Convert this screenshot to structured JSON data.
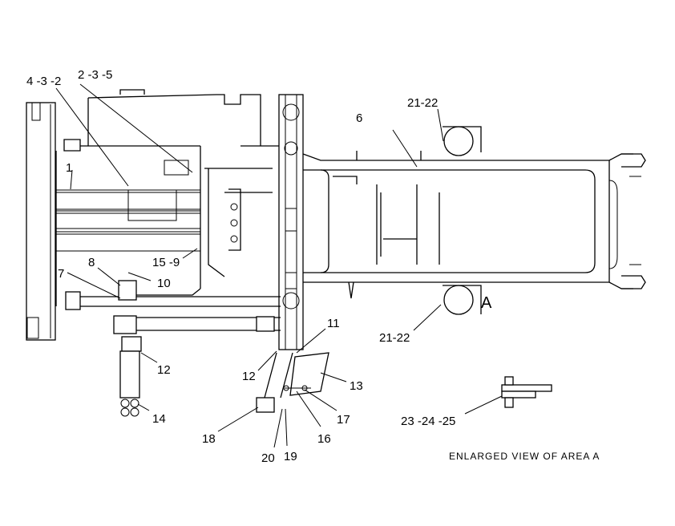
{
  "callouts": {
    "c_4_3_2": "4 -3 -2",
    "c_2_3_5": "2 -3 -5",
    "c_1": "1",
    "c_6": "6",
    "c_21_22_top": "21-22",
    "c_21_22_bottom": "21-22",
    "c_a": "A",
    "c_8": "8",
    "c_15_9": "15 -9",
    "c_7": "7",
    "c_10": "10",
    "c_11": "11",
    "c_12_left": "12",
    "c_12_mid": "12",
    "c_13": "13",
    "c_14": "14",
    "c_17": "17",
    "c_16": "16",
    "c_18": "18",
    "c_20": "20",
    "c_19": "19",
    "c_23_24_25": "23 -24 -25"
  },
  "caption": "ENLARGED VIEW OF AREA A"
}
